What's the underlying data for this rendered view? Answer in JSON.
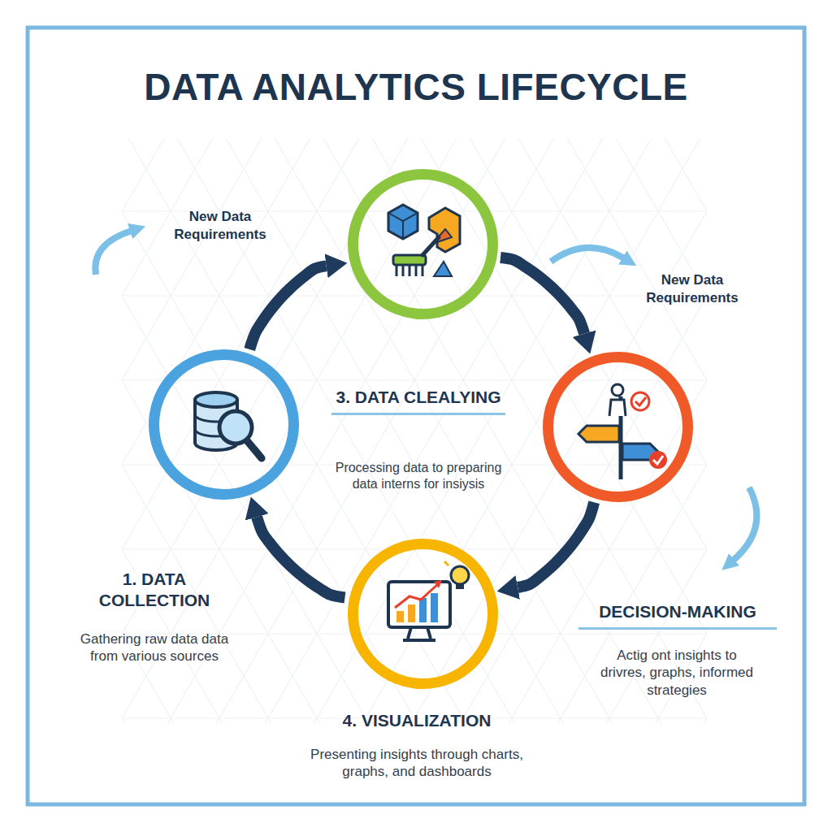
{
  "diagram": {
    "title": "DATA ANALYTICS LIFECYCLE",
    "nodes": [
      {
        "text": [
          "3. DATA CLEALYING",
          "Processing data to preparing data interns for insiysis"
        ]
      },
      {
        "text": [
          "1. DATA COLLECTION",
          "Gathering raw data data from various sources"
        ]
      },
      {
        "text": [
          "DECISION-MAKING",
          "Actig ont insights to drivres, graphs, informed strategies"
        ]
      },
      {
        "text": [
          "4. VISUALIZATION",
          "Presenting insights through charts, graphs, and dashboards"
        ]
      }
    ],
    "edges": [
      {
        "from": 1,
        "to": 0,
        "arrow": "to"
      },
      {
        "from": 0,
        "to": 2,
        "arrow": "to"
      },
      {
        "from": 2,
        "to": 3,
        "arrow": "to"
      },
      {
        "from": 3,
        "to": 1,
        "arrow": "to"
      }
    ],
    "labels": [
      "New Data Requirements",
      "New Data Requirements"
    ]
  }
}
